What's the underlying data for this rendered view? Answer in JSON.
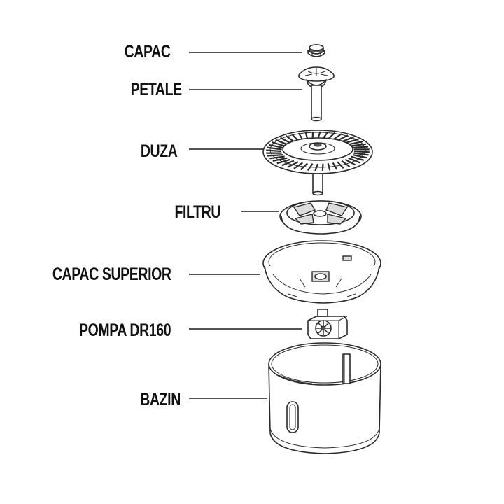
{
  "parts": [
    {
      "id": "capac",
      "label": "CAPAC"
    },
    {
      "id": "petale",
      "label": "PETALE"
    },
    {
      "id": "duza",
      "label": "DUZA"
    },
    {
      "id": "filtru",
      "label": "FILTRU"
    },
    {
      "id": "capac-superior",
      "label": "CAPAC SUPERIOR"
    },
    {
      "id": "pompa",
      "label": "POMPA DR160"
    },
    {
      "id": "bazin",
      "label": "BAZIN"
    }
  ]
}
